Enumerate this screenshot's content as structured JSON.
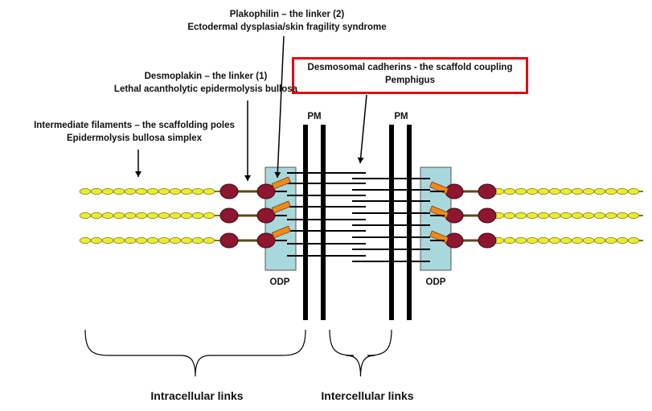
{
  "labels": {
    "plakophilin_line1": "Plakophilin – the linker (2)",
    "plakophilin_line2": "Ectodermal dysplasia/skin fragility syndrome",
    "desmoplakin_line1": "Desmoplakin – the linker (1)",
    "desmoplakin_line2": "Lethal acantholytic epidermolysis bullosa",
    "if_line1": "Intermediate filaments – the scaffolding poles",
    "if_line2": "Epidermolysis bullosa simplex",
    "cadherin_line1": "Desmosomal cadherins - the scaffold coupling",
    "cadherin_line2": "Pemphigus",
    "pm_left": "PM",
    "pm_right": "PM",
    "odp_left": "ODP",
    "odp_right": "ODP",
    "intracellular": "Intracellular links",
    "intercellular": "Intercellular links"
  },
  "colors": {
    "filament_bead": "#ecec2e",
    "filament_outline": "#7a7a16",
    "desmoplakin": "#8e1630",
    "plakophilin": "#f08a1c",
    "odp_box": "#a9d8dc",
    "highlight_border": "#e30613",
    "membrane": "#000000"
  }
}
